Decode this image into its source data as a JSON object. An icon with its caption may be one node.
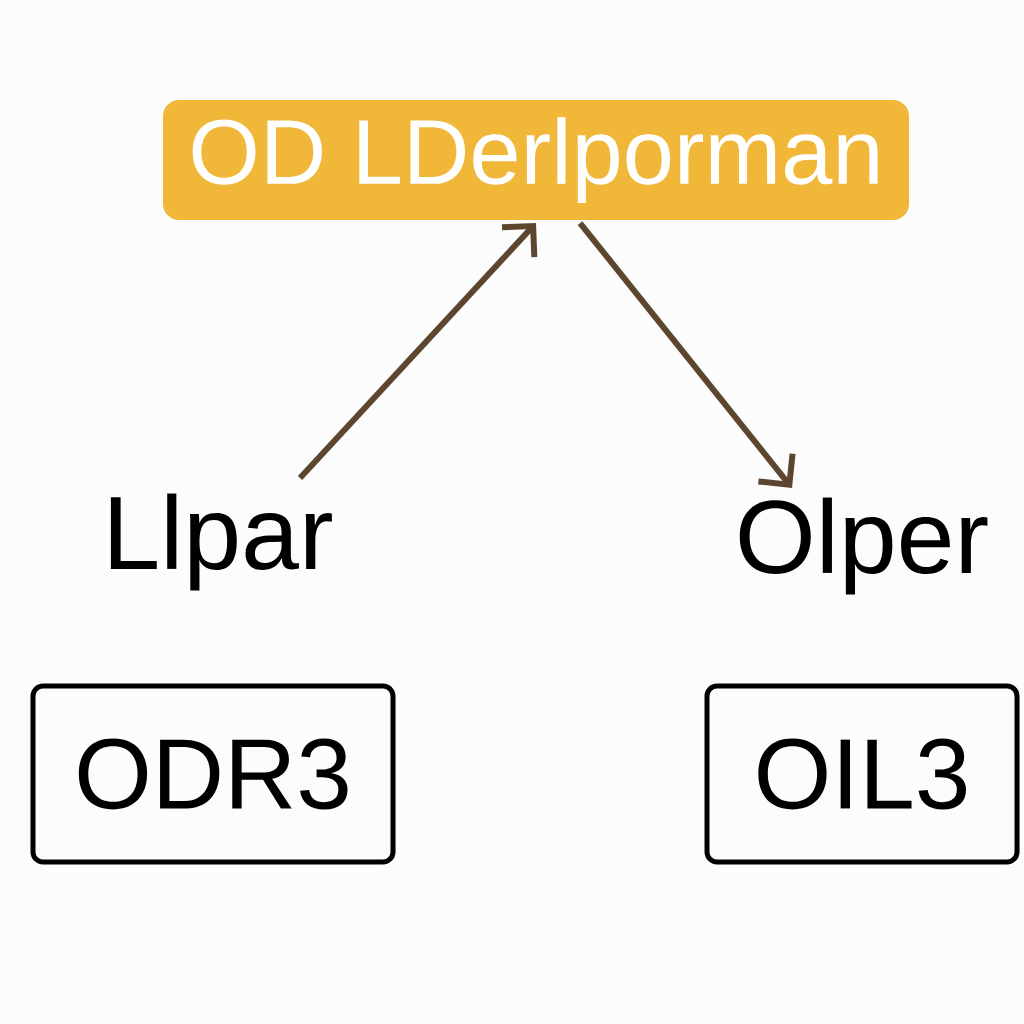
{
  "diagram": {
    "nodes": [
      {
        "text": [
          "OD LDerlporman"
        ]
      },
      {
        "text": [
          "Llpar"
        ]
      },
      {
        "text": [
          "Olper"
        ]
      },
      {
        "text": [
          "ODR3"
        ]
      },
      {
        "text": [
          "OIL3"
        ]
      }
    ],
    "edges": [
      {
        "from": 1,
        "to": 0,
        "arrow": "to"
      },
      {
        "from": 0,
        "to": 2,
        "arrow": "to"
      }
    ]
  }
}
